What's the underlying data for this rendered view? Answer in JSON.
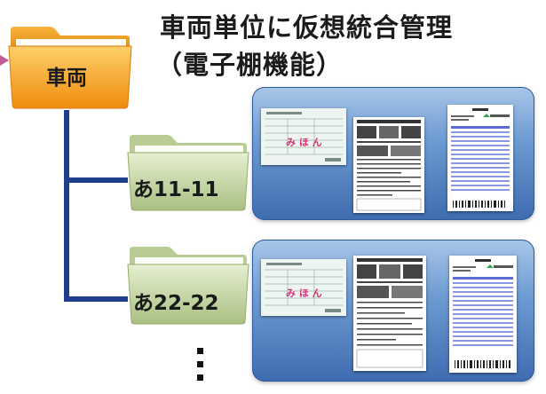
{
  "title": {
    "line1": "車両単位に仮想統合管理",
    "line2": "（電子棚機能）"
  },
  "root_folder": {
    "label": "車両"
  },
  "vehicles": [
    {
      "label": "あ11-11"
    },
    {
      "label": "あ22-22"
    }
  ],
  "document_stamp_text": "み ほ ん",
  "colors": {
    "title_text": "#1b1b1b",
    "connector": "#1f3e8e",
    "root_folder": "#f6a51c",
    "vehicle_folder": "#c8d9a8",
    "panel": "#4a79bc",
    "stamp_text": "#d6337a"
  }
}
